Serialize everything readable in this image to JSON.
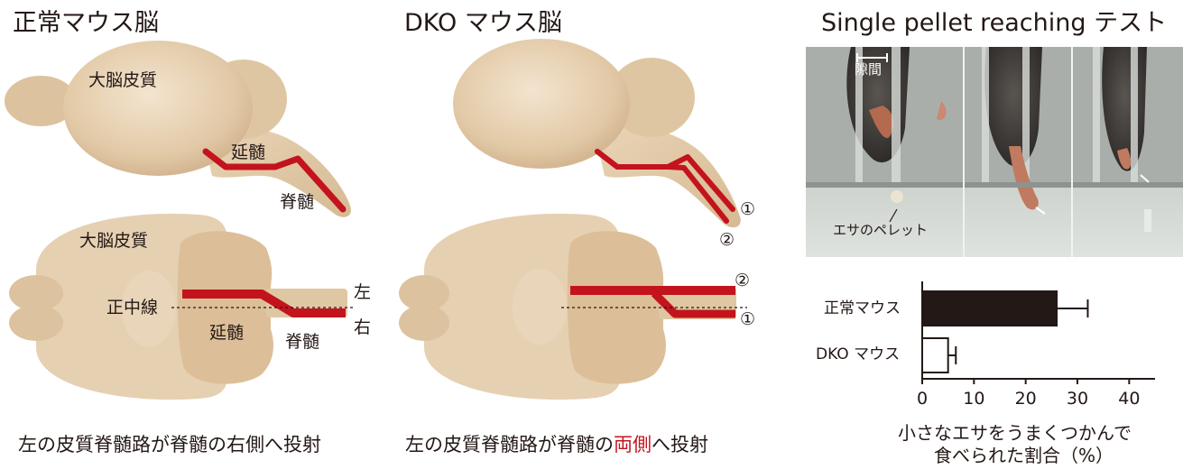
{
  "titles": {
    "normal": "正常マウス脳",
    "dko": "DKO マウス脳",
    "test": "Single pellet reaching テスト"
  },
  "labels": {
    "cerebrum_side": "大脳皮質",
    "medulla_side": "延髄",
    "spinal_side": "脊髄",
    "cerebrum_top": "大脳皮質",
    "midline": "正中線",
    "medulla_top": "延髄",
    "spinal_top": "脊髄",
    "left": "左",
    "right": "右",
    "circled_1": "①",
    "circled_2": "②",
    "gap": "隙間",
    "pellet": "エサのペレット"
  },
  "captions": {
    "normal_pre": "左の皮質脊髄路が脊髄の右側へ投射",
    "dko_pre": "左の皮質脊髄路が脊髄の",
    "dko_highlight": "両側",
    "dko_post": "へ投射"
  },
  "colors": {
    "brain": "#e6cfb0",
    "brain_dark": "#d2b48c",
    "tract": "#c3141e",
    "bar_normal": "#231815",
    "bar_dko": "#ffffff"
  },
  "chart_data": {
    "type": "bar",
    "orientation": "horizontal",
    "categories": [
      "正常マウス",
      "DKO マウス"
    ],
    "values": [
      26,
      5
    ],
    "errors": [
      6,
      1.5
    ],
    "xticks": [
      0,
      10,
      20,
      30,
      40
    ],
    "xlim": [
      0,
      45
    ],
    "xlabel_line1": "小さなエサをうまくつかんで",
    "xlabel_line2": "食べられた割合（%）"
  }
}
